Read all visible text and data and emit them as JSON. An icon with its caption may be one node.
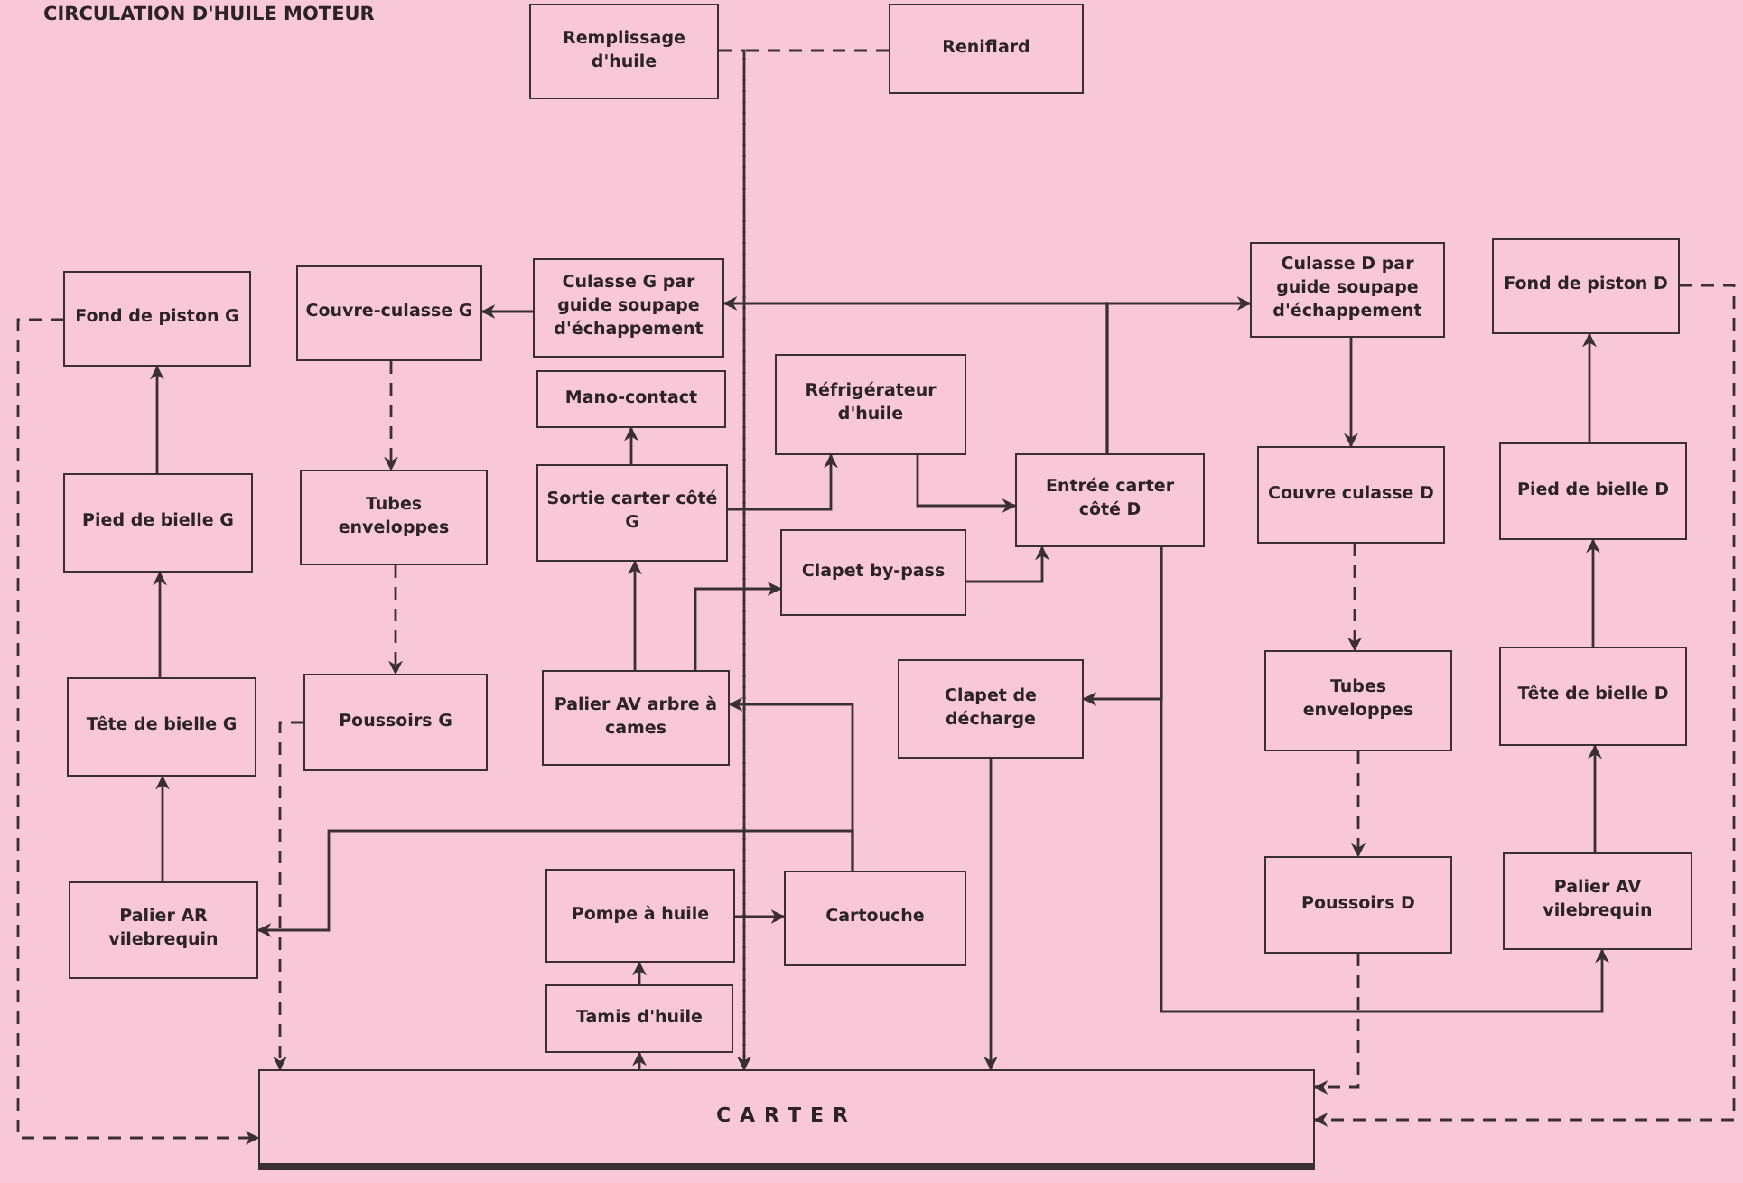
{
  "diagram": {
    "title": "CIRCULATION D'HUILE MOTEUR",
    "nodes": [
      {
        "text": [
          "Remplissage d'huile"
        ]
      },
      {
        "text": [
          "Reniflard"
        ]
      },
      {
        "text": [
          "Fond de piston G"
        ]
      },
      {
        "text": [
          "Couvre-culasse G"
        ]
      },
      {
        "text": [
          "Culasse G par guide soupape d'échappement"
        ]
      },
      {
        "text": [
          "Mano-contact"
        ]
      },
      {
        "text": [
          "Réfrigérateur d'huile"
        ]
      },
      {
        "text": [
          "Culasse D par guide soupape d'échappement"
        ]
      },
      {
        "text": [
          "Fond de piston D"
        ]
      },
      {
        "text": [
          "Pied de bielle G"
        ]
      },
      {
        "text": [
          "Tubes enveloppes"
        ]
      },
      {
        "text": [
          "Sortie carter côté G"
        ]
      },
      {
        "text": [
          "Entrée carter côté D"
        ]
      },
      {
        "text": [
          "Couvre culasse D"
        ]
      },
      {
        "text": [
          "Pied de bielle D"
        ]
      },
      {
        "text": [
          "Clapet by-pass"
        ]
      },
      {
        "text": [
          "Tête de bielle G"
        ]
      },
      {
        "text": [
          "Poussoirs G"
        ]
      },
      {
        "text": [
          "Palier AV arbre à cames"
        ]
      },
      {
        "text": [
          "Clapet de décharge"
        ]
      },
      {
        "text": [
          "Tubes enveloppes"
        ]
      },
      {
        "text": [
          "Tête de bielle D"
        ]
      },
      {
        "text": [
          "Palier AR vilebrequin"
        ]
      },
      {
        "text": [
          "Pompe à huile"
        ]
      },
      {
        "text": [
          "Cartouche"
        ]
      },
      {
        "text": [
          "Poussoirs D"
        ]
      },
      {
        "text": [
          "Palier AV vilebrequin"
        ]
      },
      {
        "text": [
          "Tamis d'huile"
        ]
      },
      {
        "text": [
          "CARTER"
        ]
      }
    ],
    "edges": [
      {
        "from": 0,
        "to": 28,
        "arrow": "to",
        "style": "dashed"
      },
      {
        "from": 1,
        "to": 28,
        "arrow": "to",
        "style": "dashed"
      },
      {
        "from": 12,
        "to": 4,
        "arrow": "to"
      },
      {
        "from": 12,
        "to": 7,
        "arrow": "to"
      },
      {
        "from": 4,
        "to": 3,
        "arrow": "to"
      },
      {
        "from": 3,
        "to": 10,
        "arrow": "to",
        "style": "dashed"
      },
      {
        "from": 10,
        "to": 17,
        "arrow": "to",
        "style": "dashed"
      },
      {
        "from": 17,
        "to": 28,
        "arrow": "to",
        "style": "dashed"
      },
      {
        "from": 2,
        "to": 28,
        "arrow": "to",
        "style": "dashed"
      },
      {
        "from": 9,
        "to": 2,
        "arrow": "to"
      },
      {
        "from": 16,
        "to": 9,
        "arrow": "to"
      },
      {
        "from": 22,
        "to": 16,
        "arrow": "to"
      },
      {
        "from": 11,
        "to": 5,
        "arrow": "to"
      },
      {
        "from": 11,
        "to": 6,
        "arrow": "to"
      },
      {
        "from": 6,
        "to": 12,
        "arrow": "to"
      },
      {
        "from": 15,
        "to": 12,
        "arrow": "to"
      },
      {
        "from": 18,
        "to": 11,
        "arrow": "to"
      },
      {
        "from": 18,
        "to": 15,
        "arrow": "to"
      },
      {
        "from": 24,
        "to": 18,
        "arrow": "to"
      },
      {
        "from": 24,
        "to": 22,
        "arrow": "to"
      },
      {
        "from": 23,
        "to": 24,
        "arrow": "to"
      },
      {
        "from": 27,
        "to": 23,
        "arrow": "to"
      },
      {
        "from": 28,
        "to": 27,
        "arrow": "to"
      },
      {
        "from": 12,
        "to": 26,
        "arrow": "to"
      },
      {
        "from": 12,
        "to": 19,
        "arrow": "to"
      },
      {
        "from": 19,
        "to": 28,
        "arrow": "to"
      },
      {
        "from": 7,
        "to": 13,
        "arrow": "to"
      },
      {
        "from": 13,
        "to": 20,
        "arrow": "to",
        "style": "dashed"
      },
      {
        "from": 20,
        "to": 25,
        "arrow": "to",
        "style": "dashed"
      },
      {
        "from": 25,
        "to": 28,
        "arrow": "to",
        "style": "dashed"
      },
      {
        "from": 8,
        "to": 28,
        "arrow": "to",
        "style": "dashed"
      },
      {
        "from": 26,
        "to": 21,
        "arrow": "to"
      },
      {
        "from": 21,
        "to": 14,
        "arrow": "to"
      },
      {
        "from": 14,
        "to": 8,
        "arrow": "to"
      }
    ]
  }
}
